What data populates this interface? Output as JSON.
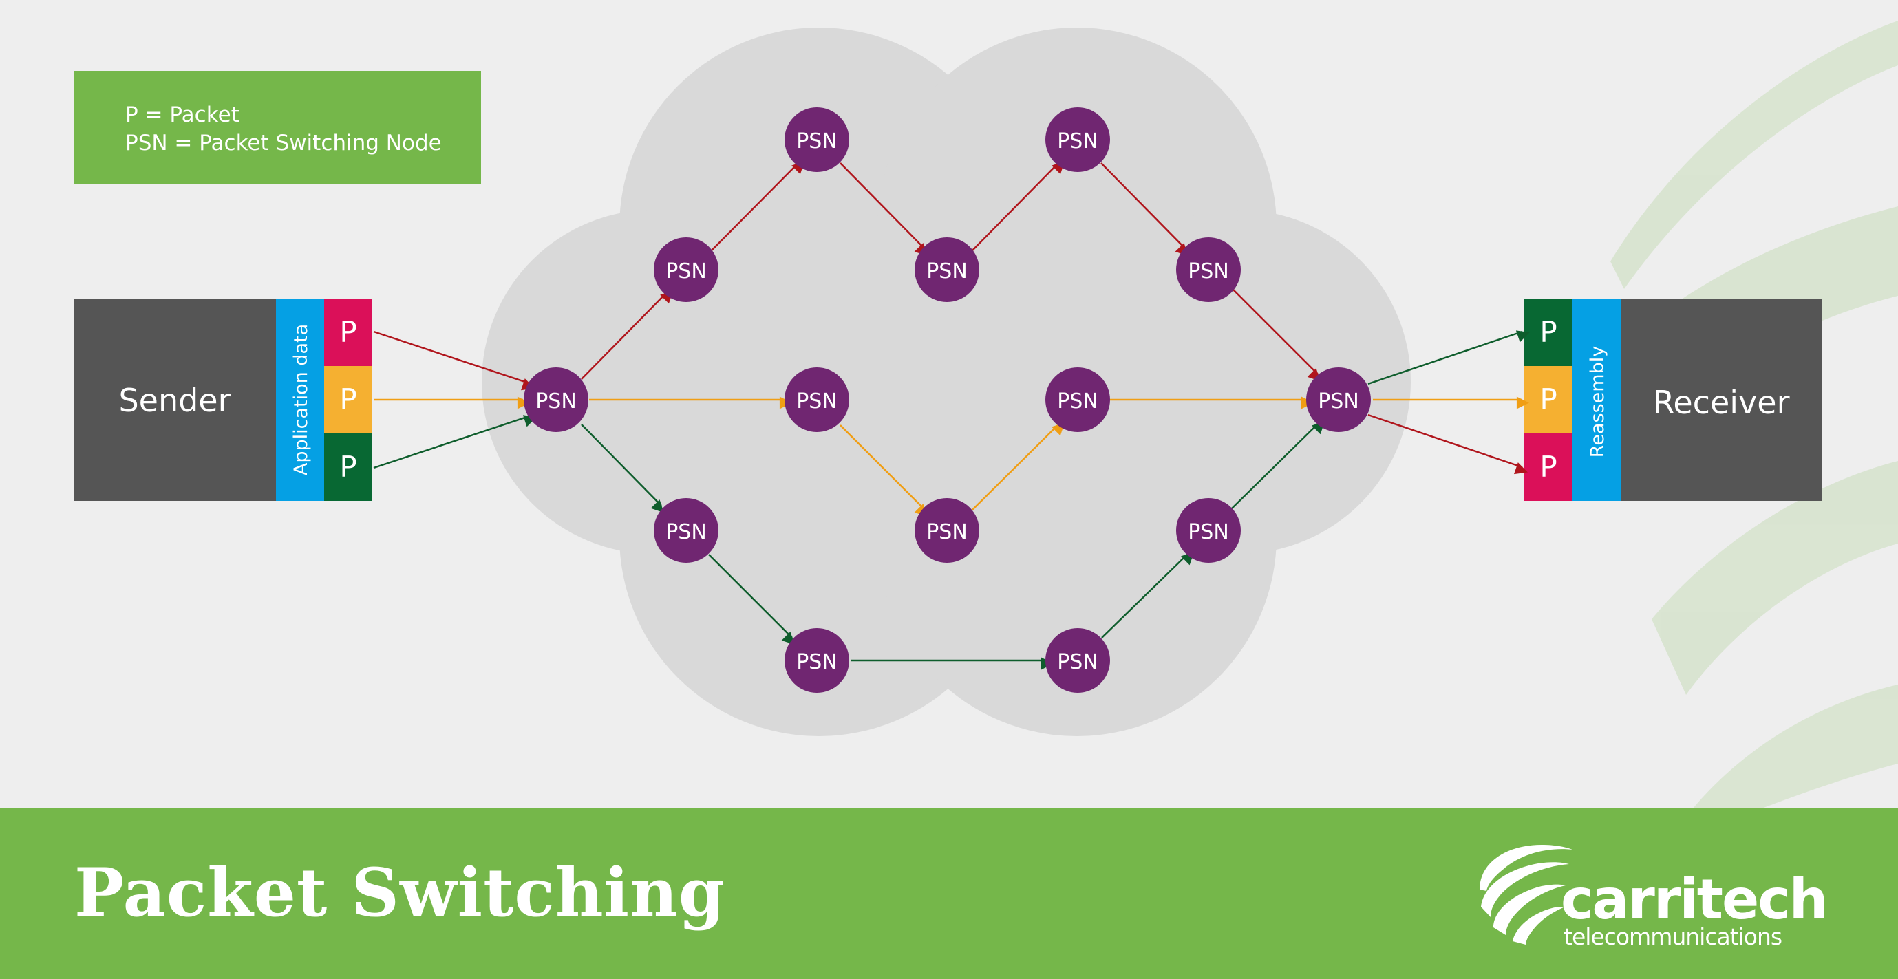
{
  "legend": {
    "line1": "P = Packet",
    "line2": "PSN = Packet Switching Node"
  },
  "sender": {
    "label": "Sender",
    "application_data_label": "Application data",
    "packets": [
      "P",
      "P",
      "P"
    ]
  },
  "receiver": {
    "label": "Receiver",
    "reassembly_label": "Reassembly",
    "packets": [
      "P",
      "P",
      "P"
    ]
  },
  "node_label": "PSN",
  "colors": {
    "background": "#eeeeee",
    "cloud": "#d9d9d9",
    "node": "#702671",
    "box": "#555555",
    "blue_strip": "#05a0e4",
    "red": "#db1059",
    "orange": "#f5b031",
    "green": "#086833",
    "footer": "#75b74a",
    "arrow_red": "#b0151c",
    "arrow_orange": "#f09e14",
    "arrow_green": "#0e5d2c"
  },
  "footer": {
    "title": "Packet Switching",
    "logo_word": "carritech",
    "logo_sub": "telecommunications"
  }
}
